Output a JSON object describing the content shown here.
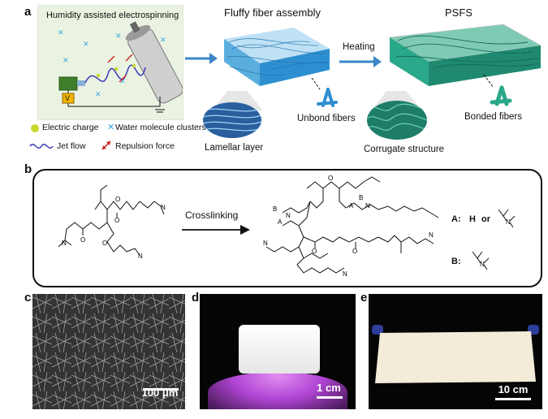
{
  "panel_a": {
    "letter": "a",
    "electrospin_title": "Humidity assisted electrospinning",
    "fluffy_title": "Fluffy fiber assembly",
    "psfs_title": "PSFS",
    "heating_label": "Heating",
    "unbond_label": "Unbond fibers",
    "bonded_label": "Bonded fibers",
    "lamellar_label": "Lamellar layer",
    "corrugate_label": "Corrugate structure",
    "legend": {
      "electric_charge": "Electric charge",
      "water_clusters": "Water molecule clusters",
      "jet_flow": "Jet flow",
      "repulsion": "Repulsion force"
    },
    "voltage_symbol": "V"
  },
  "panel_b": {
    "letter": "b",
    "arrow_label": "Crosslinking",
    "a_label": "A:",
    "a_option1": "H",
    "a_or": "or",
    "b_label": "B:",
    "atom_n": "N",
    "atom_o": "O",
    "sub_a": "A",
    "sub_b": "B"
  },
  "panel_c": {
    "letter": "c",
    "scale": "100 μm"
  },
  "panel_d": {
    "letter": "d",
    "scale": "1 cm"
  },
  "panel_e": {
    "letter": "e",
    "scale": "10 cm"
  },
  "colors": {
    "arrow_blue": "#3a86c8",
    "fiber_blue": "#2e8fd0",
    "fiber_teal": "#2aa88a",
    "charge_green": "#c6d82a",
    "water_blue": "#3aa7e0",
    "jet_purple": "#3b3bb8",
    "repulsion_red": "#cc1f1f",
    "purple_fur": "#c050e0"
  }
}
